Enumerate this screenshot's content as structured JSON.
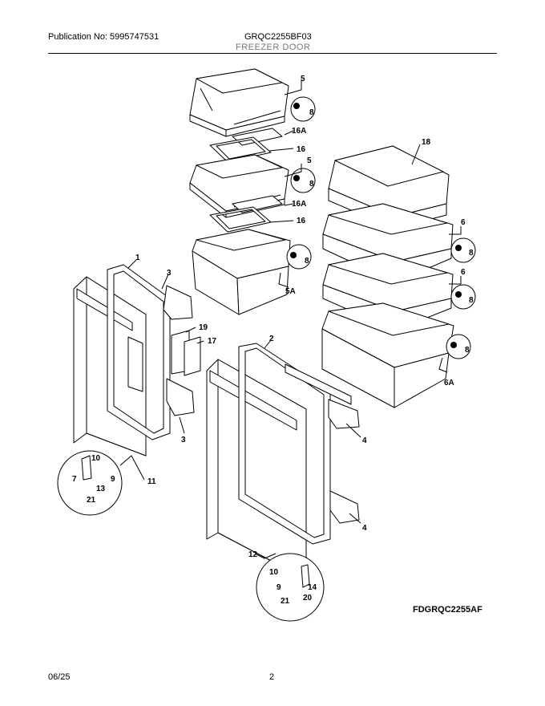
{
  "header": {
    "publication": "Publication No: 5995747531",
    "model": "GRQC2255BF03",
    "section": "FREEZER DOOR"
  },
  "diagram_code": "FDGRQC2255AF",
  "footer": {
    "date": "06/25",
    "page": "2"
  },
  "callouts": {
    "c1": "1",
    "c2": "2",
    "c3a": "3",
    "c3b": "3",
    "c4a": "4",
    "c4b": "4",
    "c5a": "5",
    "c5b": "5",
    "c5A": "5A",
    "c6a": "6",
    "c6b": "6",
    "c6A": "6A",
    "c8a": "8",
    "c8b": "8",
    "c8c": "8",
    "c8d": "8",
    "c8e": "8",
    "c8f": "8",
    "c16Aa": "16A",
    "c16a": "16",
    "c16Ab": "16A",
    "c16b": "16",
    "c17": "17",
    "c18": "18",
    "c19": "19",
    "c10a": "10",
    "c9a": "9",
    "c7": "7",
    "c13": "13",
    "c21a": "21",
    "c11": "11",
    "c12": "12",
    "c10b": "10",
    "c9b": "9",
    "c14": "14",
    "c20": "20",
    "c21b": "21"
  }
}
